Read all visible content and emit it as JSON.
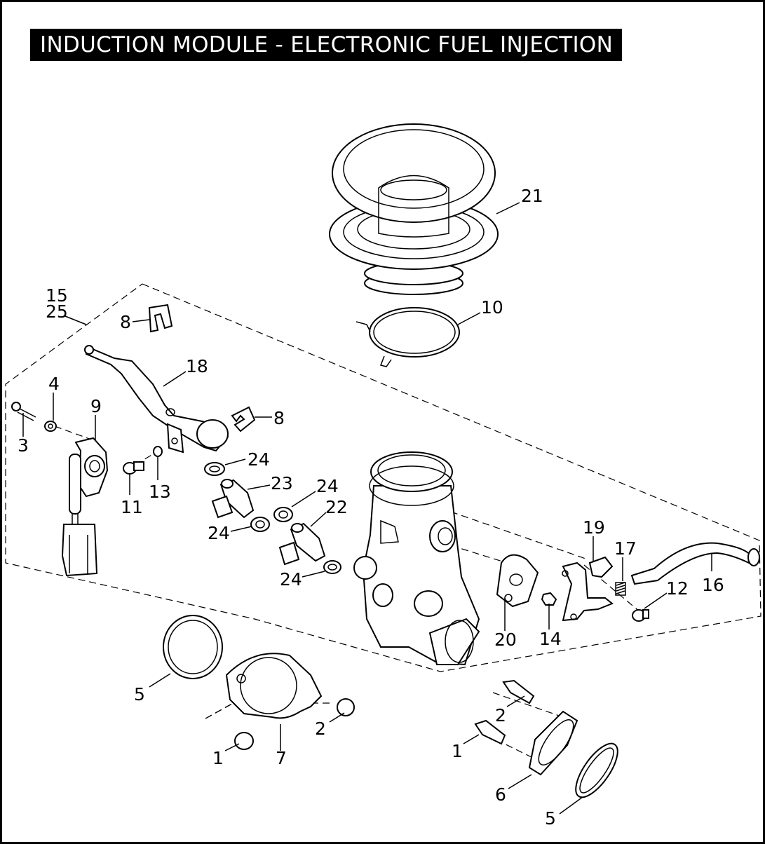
{
  "title": "INDUCTION MODULE - ELECTRONIC FUEL INJECTION",
  "callouts": [
    {
      "id": "c21",
      "text": "21"
    },
    {
      "id": "c10",
      "text": "10"
    },
    {
      "id": "c15",
      "text": "15"
    },
    {
      "id": "c25",
      "text": "25"
    },
    {
      "id": "c8a",
      "text": "8"
    },
    {
      "id": "c18",
      "text": "18"
    },
    {
      "id": "c4",
      "text": "4"
    },
    {
      "id": "c9",
      "text": "9"
    },
    {
      "id": "c3",
      "text": "3"
    },
    {
      "id": "c8b",
      "text": "8"
    },
    {
      "id": "c24a",
      "text": "24"
    },
    {
      "id": "c13",
      "text": "13"
    },
    {
      "id": "c11",
      "text": "11"
    },
    {
      "id": "c23",
      "text": "23"
    },
    {
      "id": "c24b",
      "text": "24"
    },
    {
      "id": "c22",
      "text": "22"
    },
    {
      "id": "c24c",
      "text": "24"
    },
    {
      "id": "c24d",
      "text": "24"
    },
    {
      "id": "c19",
      "text": "19"
    },
    {
      "id": "c17",
      "text": "17"
    },
    {
      "id": "c16",
      "text": "16"
    },
    {
      "id": "c12",
      "text": "12"
    },
    {
      "id": "c20",
      "text": "20"
    },
    {
      "id": "c14",
      "text": "14"
    },
    {
      "id": "c5a",
      "text": "5"
    },
    {
      "id": "c2a",
      "text": "2"
    },
    {
      "id": "c1a",
      "text": "1"
    },
    {
      "id": "c7",
      "text": "7"
    },
    {
      "id": "c2b",
      "text": "2"
    },
    {
      "id": "c1b",
      "text": "1"
    },
    {
      "id": "c6",
      "text": "6"
    },
    {
      "id": "c5b",
      "text": "5"
    }
  ]
}
